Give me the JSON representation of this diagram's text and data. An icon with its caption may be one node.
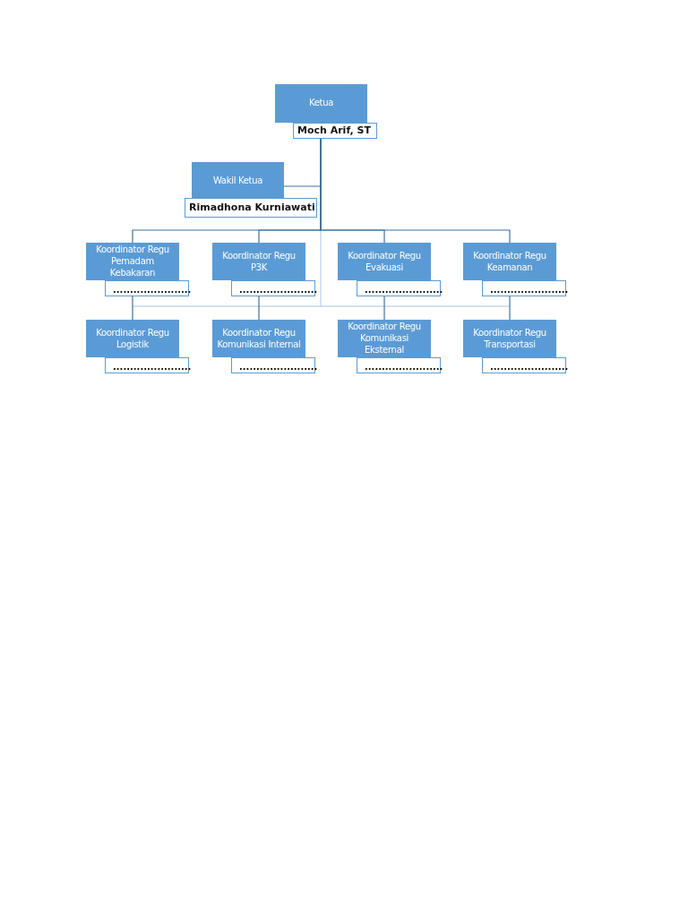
{
  "diagram": {
    "nodes": [
      {
        "text": [
          "Ketua"
        ]
      },
      {
        "text": [
          "Moch Arif, ST"
        ]
      },
      {
        "text": [
          "Wakil Ketua"
        ]
      },
      {
        "text": [
          "Rimadhona Kurniawati"
        ]
      },
      {
        "text": [
          "Koordinator Regu Pemadam Kebakaran"
        ]
      },
      {
        "text": [
          "......................."
        ]
      },
      {
        "text": [
          "Koordinator Regu P3K"
        ]
      },
      {
        "text": [
          "......................."
        ]
      },
      {
        "text": [
          "Koordinator Regu Evakuasi"
        ]
      },
      {
        "text": [
          "......................."
        ]
      },
      {
        "text": [
          "Koordinator Regu Keamanan"
        ]
      },
      {
        "text": [
          "......................."
        ]
      },
      {
        "text": [
          "Koordinator Regu Logistik"
        ]
      },
      {
        "text": [
          "......................."
        ]
      },
      {
        "text": [
          "Koordinator Regu Komunikasi Internal"
        ]
      },
      {
        "text": [
          "......................."
        ]
      },
      {
        "text": [
          "Koordinator Regu Komunikasi Eksternal"
        ]
      },
      {
        "text": [
          "......................."
        ]
      },
      {
        "text": [
          "Koordinator Regu Transportasi"
        ]
      },
      {
        "text": [
          "......................."
        ]
      }
    ],
    "edges": [
      {
        "from": 1,
        "to": 2,
        "arrow": "none"
      },
      {
        "from": 1,
        "to": 4,
        "arrow": "none"
      },
      {
        "from": 1,
        "to": 6,
        "arrow": "none"
      },
      {
        "from": 1,
        "to": 8,
        "arrow": "none"
      },
      {
        "from": 1,
        "to": 10,
        "arrow": "none"
      },
      {
        "from": 5,
        "to": 12,
        "arrow": "none"
      },
      {
        "from": 7,
        "to": 14,
        "arrow": "none"
      },
      {
        "from": 9,
        "to": 16,
        "arrow": "none"
      },
      {
        "from": 11,
        "to": 18,
        "arrow": "none"
      }
    ]
  }
}
